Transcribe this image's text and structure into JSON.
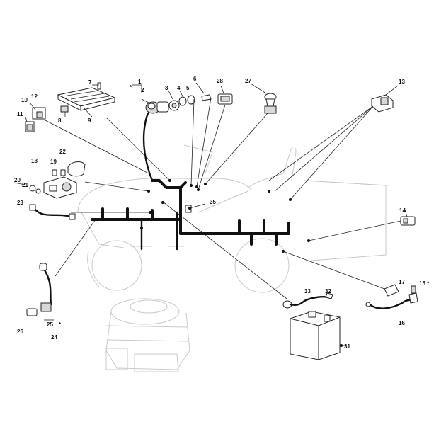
{
  "callouts": [
    {
      "id": "1",
      "text": "1"
    },
    {
      "id": "star-top",
      "text": "*"
    },
    {
      "id": "2",
      "text": "2"
    },
    {
      "id": "3",
      "text": "3"
    },
    {
      "id": "4",
      "text": "4"
    },
    {
      "id": "5",
      "text": "5"
    },
    {
      "id": "6",
      "text": "6"
    },
    {
      "id": "7",
      "text": "7"
    },
    {
      "id": "8",
      "text": "8"
    },
    {
      "id": "9",
      "text": "9"
    },
    {
      "id": "10",
      "text": "10"
    },
    {
      "id": "11",
      "text": "11"
    },
    {
      "id": "12",
      "text": "12"
    },
    {
      "id": "13",
      "text": "13"
    },
    {
      "id": "14",
      "text": "14"
    },
    {
      "id": "15",
      "text": "15 *"
    },
    {
      "id": "16",
      "text": "16"
    },
    {
      "id": "17",
      "text": "17"
    },
    {
      "id": "18",
      "text": "18"
    },
    {
      "id": "19",
      "text": "19"
    },
    {
      "id": "20",
      "text": "20"
    },
    {
      "id": "21",
      "text": "21"
    },
    {
      "id": "22",
      "text": "22"
    },
    {
      "id": "23",
      "text": "23"
    },
    {
      "id": "24",
      "text": "24"
    },
    {
      "id": "25",
      "text": "25"
    },
    {
      "id": "star-bottom",
      "text": "*"
    },
    {
      "id": "26",
      "text": "26"
    },
    {
      "id": "27",
      "text": "27"
    },
    {
      "id": "28",
      "text": "28"
    },
    {
      "id": "31",
      "text": "31"
    },
    {
      "id": "32",
      "text": "32"
    },
    {
      "id": "33",
      "text": "33"
    },
    {
      "id": "35",
      "text": "35"
    }
  ],
  "colors": {
    "ink": "#111111",
    "outline": "#222222",
    "ghost": "#c9c9c9",
    "background": "#ffffff"
  }
}
